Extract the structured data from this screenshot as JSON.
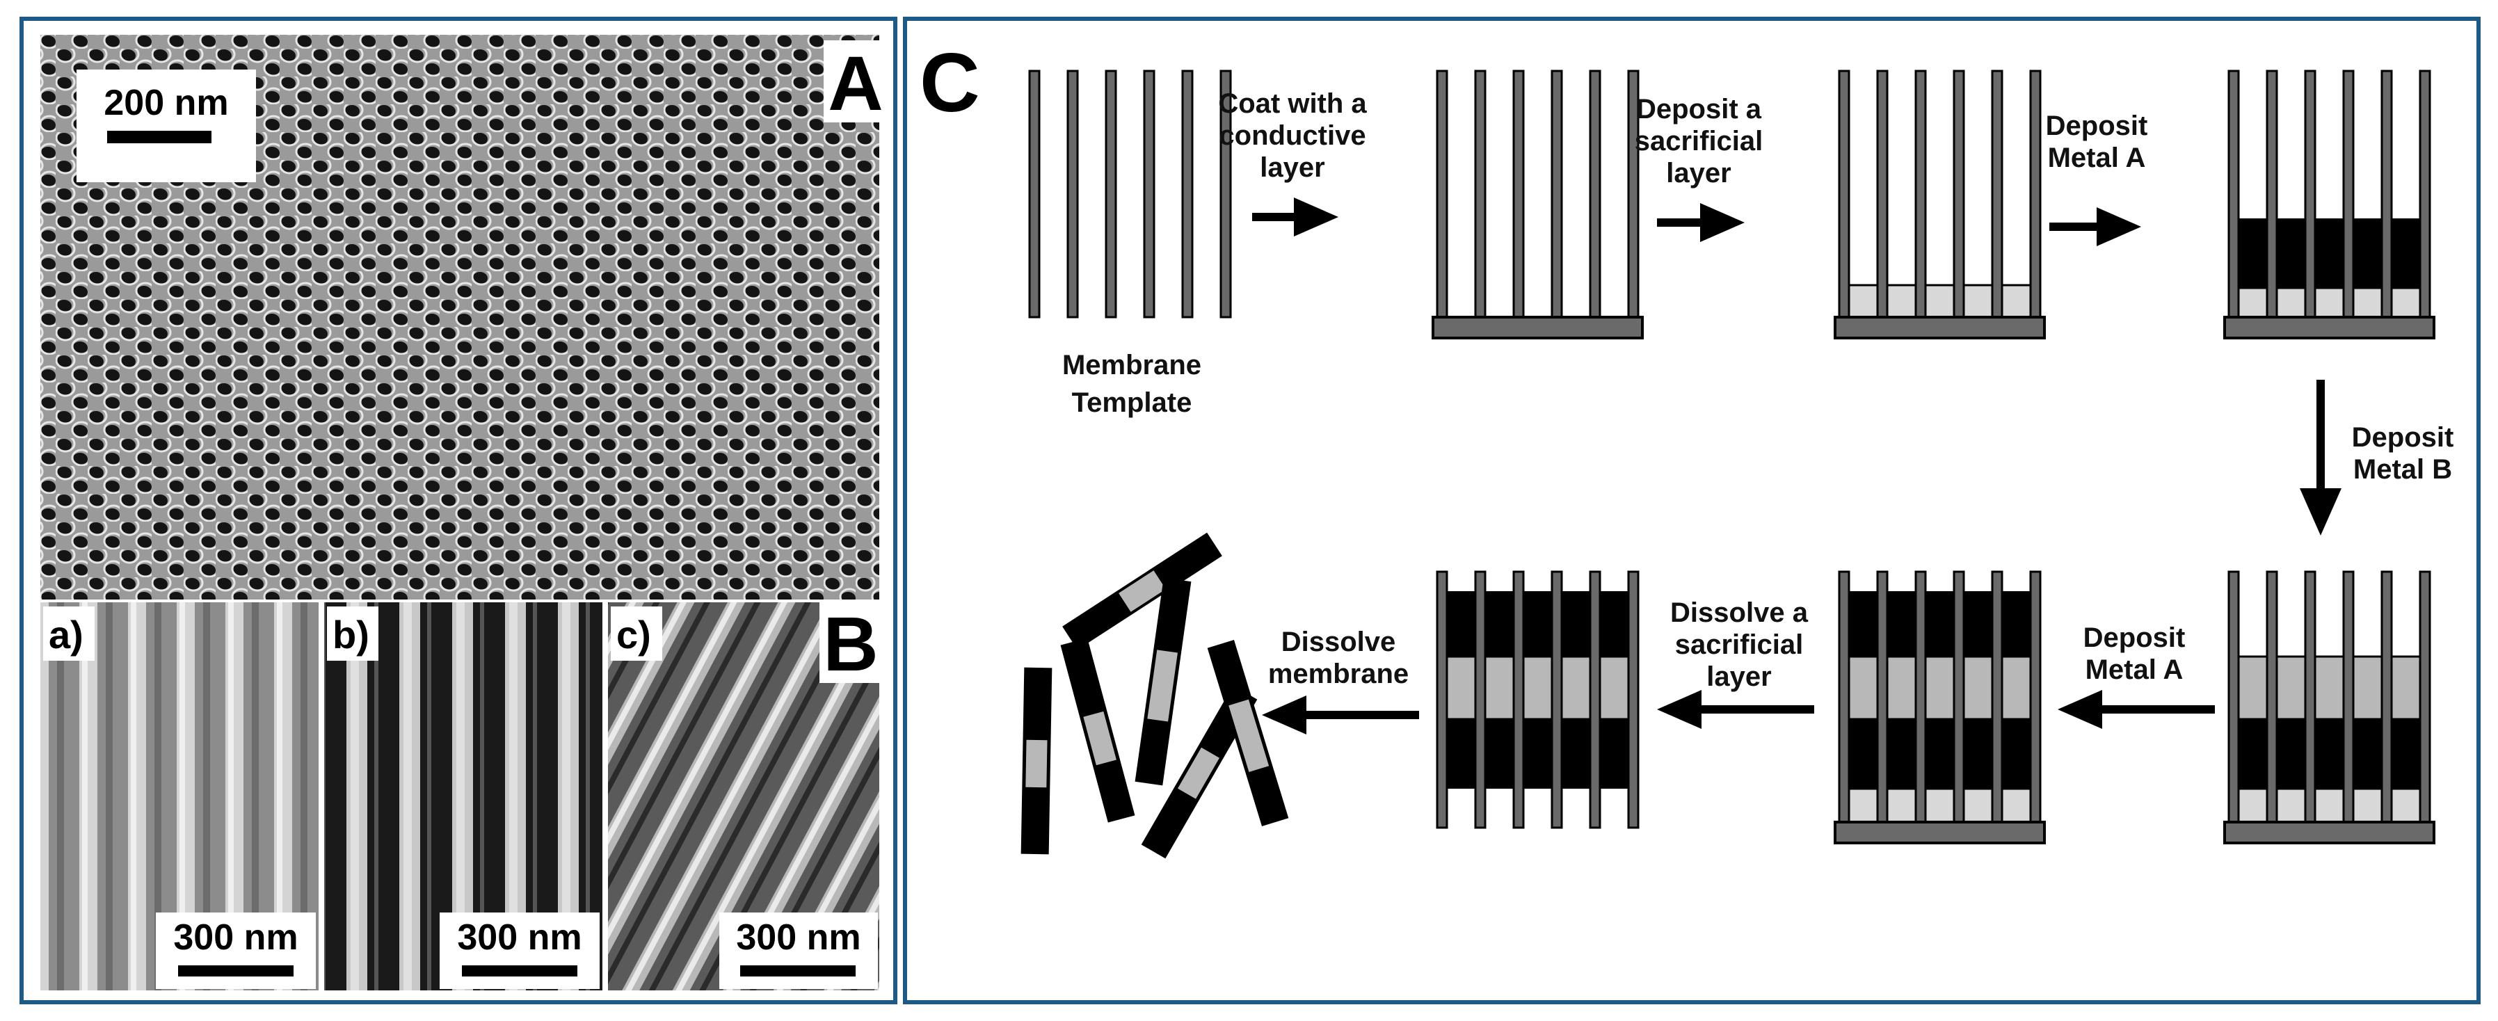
{
  "panels": {
    "A": {
      "letter": "A",
      "scale_bar": "200 nm"
    },
    "B": {
      "letter": "B",
      "subpanels": [
        {
          "label": "a)",
          "scale_bar": "300 nm"
        },
        {
          "label": "b)",
          "scale_bar": "300 nm"
        },
        {
          "label": "c)",
          "scale_bar": "300 nm"
        }
      ]
    },
    "C": {
      "letter": "C",
      "template_label_1": "Membrane",
      "template_label_2": "Template",
      "steps": [
        {
          "line1": "Coat with a",
          "line2": "conductive",
          "line3": "layer"
        },
        {
          "line1": "Deposit a",
          "line2": "sacrificial",
          "line3": "layer"
        },
        {
          "line1": "Deposit",
          "line2": "Metal A"
        },
        {
          "line1": "Deposit",
          "line2": "Metal B"
        },
        {
          "line1": "Deposit",
          "line2": "Metal A"
        },
        {
          "line1": "Dissolve a",
          "line2": "sacrificial",
          "line3": "layer"
        },
        {
          "line1": "Dissolve",
          "line2": "membrane"
        }
      ]
    }
  },
  "colors": {
    "frame_border": "#1d5a88",
    "wall_gray": "#6a6a6a",
    "metal_A": "#000000",
    "metal_B": "#b8b8b8",
    "sacrificial": "#d8d8d8"
  }
}
